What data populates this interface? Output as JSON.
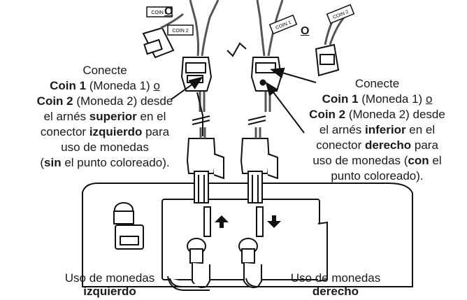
{
  "tags": {
    "coin1": "COIN 1",
    "coin2": "COIN 2"
  },
  "or_word": "O",
  "left_callout": {
    "l1": "Conecte",
    "l2_b": "Coin 1",
    "l2_t": " (Moneda 1) ",
    "l2_u": "o",
    "l3_b": "Coin 2",
    "l3_t": " (Moneda 2) desde",
    "l4_t": "el arnés ",
    "l4_b": "superior",
    "l4_t2": " en el",
    "l5_t": "conector ",
    "l5_b": "izquierdo",
    "l5_t2": " para",
    "l6": "uso de monedas",
    "l7_t": "(",
    "l7_b": "sin",
    "l7_t2": " el punto coloreado)."
  },
  "right_callout": {
    "l1": "Conecte",
    "l2_b": "Coin 1",
    "l2_t": " (Moneda 1) ",
    "l2_u": "o",
    "l3_b": "Coin 2",
    "l3_t": " (Moneda 2) desde",
    "l4_t": "el arnés ",
    "l4_b": "inferior",
    "l4_t2": " en el",
    "l5_t": "conector ",
    "l5_b": "derecho",
    "l5_t2": " para",
    "l6_t": "uso de monedas (",
    "l6_b": "con",
    "l6_t2": " el",
    "l7": "punto coloreado)."
  },
  "bottom_left": {
    "l1": "Uso de monedas",
    "l2": "izquierdo"
  },
  "bottom_right": {
    "l1": "Uso de monedas",
    "l2": "derecho"
  }
}
